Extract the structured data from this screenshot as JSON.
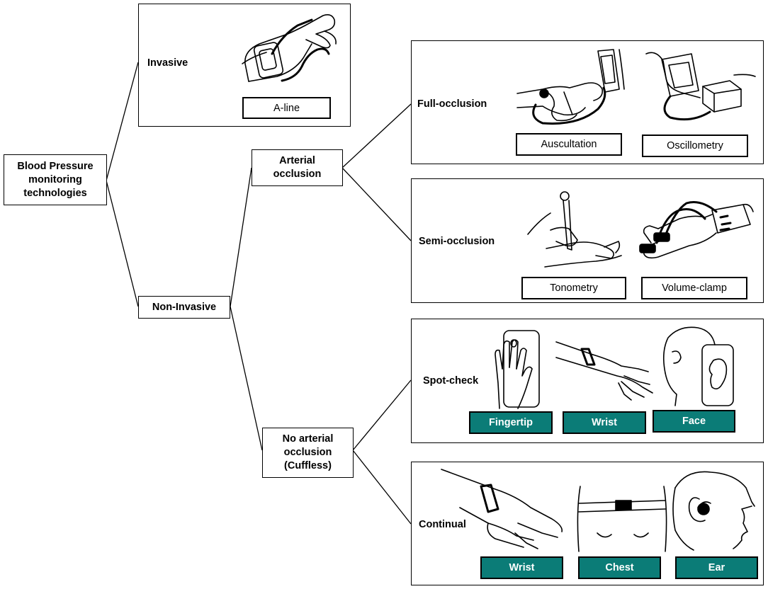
{
  "nodes": {
    "root": "Blood Pressure\nmonitoring\ntechnologies",
    "invasive": "Invasive",
    "non_invasive": "Non-Invasive",
    "arterial": "Arterial\nocclusion",
    "no_arterial": "No arterial\nocclusion\n(Cuffless)"
  },
  "panels": {
    "invasive": {
      "items": [
        "A-line"
      ]
    },
    "full_occlusion": {
      "title": "Full-occlusion",
      "items": [
        "Auscultation",
        "Oscillometry"
      ]
    },
    "semi_occlusion": {
      "title": "Semi-occlusion",
      "items": [
        "Tonometry",
        "Volume-clamp"
      ]
    },
    "spot_check": {
      "title": "Spot-check",
      "items": [
        "Fingertip",
        "Wrist",
        "Face"
      ]
    },
    "continual": {
      "title": "Continual",
      "items": [
        "Wrist",
        "Chest",
        "Ear"
      ]
    }
  },
  "colors": {
    "teal": "#0b7c77",
    "line": "#000000",
    "background": "#ffffff"
  },
  "icons": [
    "arterial-line-hand-icon",
    "auscultation-cuff-icon",
    "oscillometry-cuff-icon",
    "tonometry-pen-icon",
    "volume-clamp-finger-icon",
    "fingertip-phone-icon",
    "wrist-band-icon",
    "face-phone-icon",
    "chest-strap-icon",
    "ear-sensor-icon"
  ]
}
